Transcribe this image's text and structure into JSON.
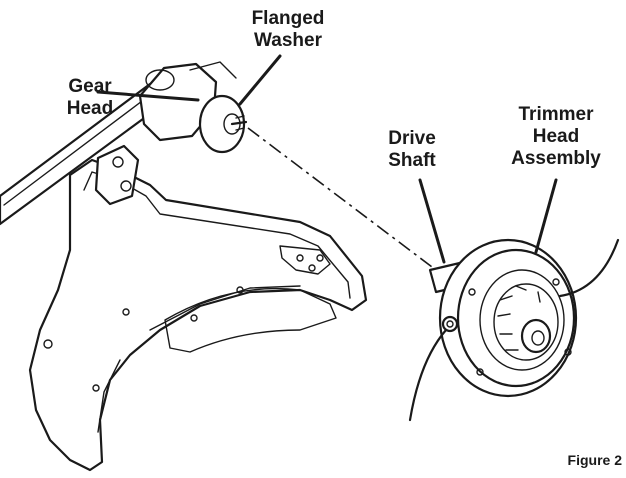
{
  "diagram": {
    "labels": {
      "flanged_washer": [
        "Flanged",
        "Washer"
      ],
      "gear_head": [
        "Gear",
        "Head"
      ],
      "drive_shaft": [
        "Drive",
        "Shaft"
      ],
      "trimmer_head_assembly": [
        "Trimmer",
        "Head",
        "Assembly"
      ],
      "figure": "Figure 2"
    },
    "colors": {
      "ink": "#1a1a1a",
      "background": "#ffffff"
    }
  }
}
